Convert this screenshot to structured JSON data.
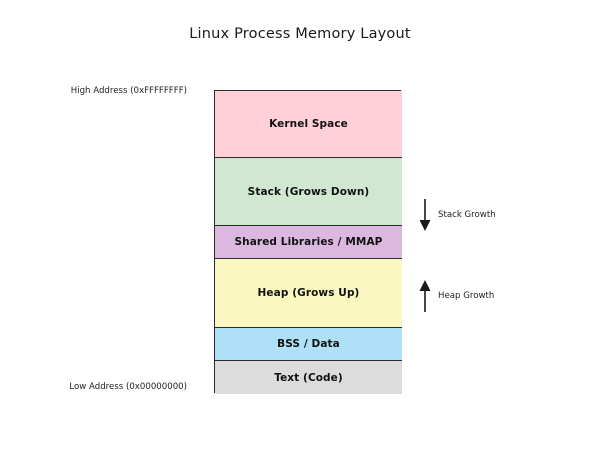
{
  "chart_data": {
    "type": "diagram",
    "title": "Linux Process Memory Layout",
    "subtitle": "",
    "xlabel": "",
    "ylabel": "",
    "orientation": "vertical-stack-high-to-low",
    "axis_labels": {
      "high": "High Address (0xFFFFFFFF)",
      "low": "Low Address (0x00000000)"
    },
    "categories": [
      "Kernel Space",
      "Stack (Grows Down)",
      "Shared Libraries / MMAP",
      "Heap (Grows Up)",
      "BSS / Data",
      "Text (Code)"
    ],
    "values": [
      67,
      68,
      33,
      69,
      33,
      33
    ],
    "colors": [
      "#ffd0d8",
      "#d0e8d0",
      "#dcb8e0",
      "#faf8c0",
      "#b0e0f8",
      "#dcdcdc"
    ],
    "annotations": [
      {
        "text": "Stack Growth",
        "direction": "down"
      },
      {
        "text": "Heap Growth",
        "direction": "up"
      }
    ],
    "grid": false,
    "legend": "none"
  },
  "diagram": {
    "title": "Linux Process Memory Layout",
    "high_address": "High Address (0xFFFFFFFF)",
    "low_address": "Low Address (0x00000000)",
    "blocks": [
      {
        "label": "Kernel Space",
        "color": "#ffd0d8",
        "height": 67
      },
      {
        "label": "Stack (Grows Down)",
        "color": "#d0e8d0",
        "height": 68
      },
      {
        "label": "Shared Libraries / MMAP",
        "color": "#dcb8e0",
        "height": 33
      },
      {
        "label": "Heap (Grows Up)",
        "color": "#faf8c0",
        "height": 69
      },
      {
        "label": "BSS / Data",
        "color": "#b0e0f8",
        "height": 33
      },
      {
        "label": "Text (Code)",
        "color": "#dcdcdc",
        "height": 33
      }
    ],
    "annotations": {
      "stack_growth": "Stack Growth",
      "heap_growth": "Heap Growth"
    },
    "border_color": "#2b2b2b",
    "arrow_color": "#1a1a1a"
  }
}
